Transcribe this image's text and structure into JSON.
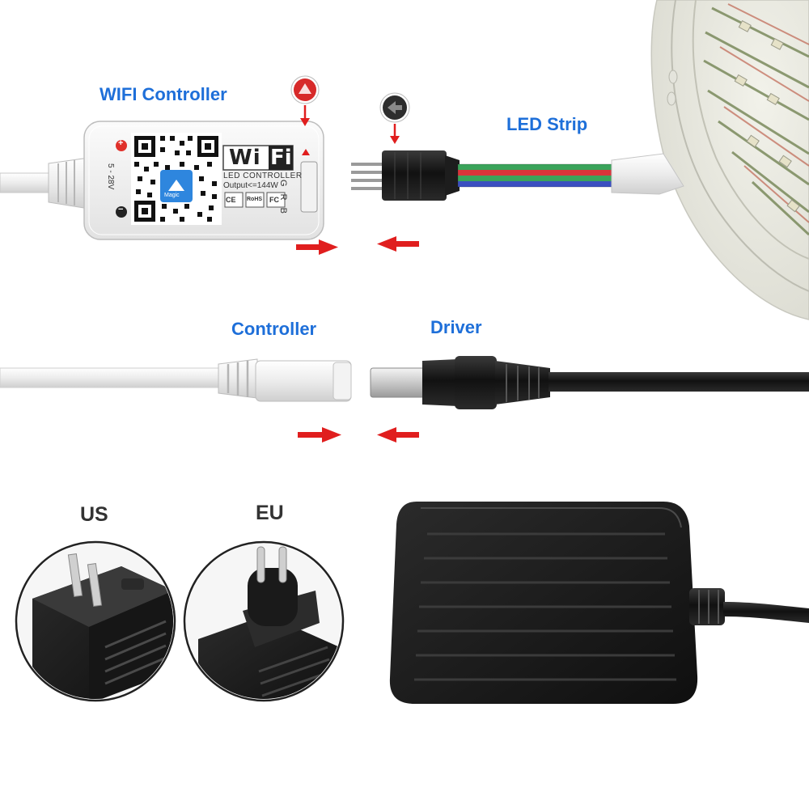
{
  "labels": {
    "wifi_controller": "WIFI Controller",
    "led_strip": "LED Strip",
    "controller": "Controller",
    "driver": "Driver",
    "us": "US",
    "eu": "EU"
  },
  "controller_box": {
    "brand_w": "W",
    "brand_i": "i",
    "brand_fi": "Fi",
    "subtitle": "LED CONTROLLER",
    "output": "Output<=144W",
    "pins": "G R B",
    "voltage": "5 - 28V",
    "cert_ce": "CE",
    "cert_rohs": "RoHS",
    "cert_fc": "FC",
    "plus_sign": "+",
    "minus_sign": "−",
    "logo_text": "Magic"
  },
  "colors": {
    "label_blue": "#1e6fd9",
    "arrow_red": "#e01e1e",
    "wire_red": "#d8343a",
    "wire_green": "#3aa35a",
    "wire_blue": "#3b4fc0",
    "wire_black": "#222222",
    "adapter_black": "#1c1c1c"
  },
  "icons": {
    "pin_marker_red": "triangle-marker-icon",
    "pin_marker_dark": "arrow-marker-icon",
    "arrow": "arrow-right-icon"
  }
}
